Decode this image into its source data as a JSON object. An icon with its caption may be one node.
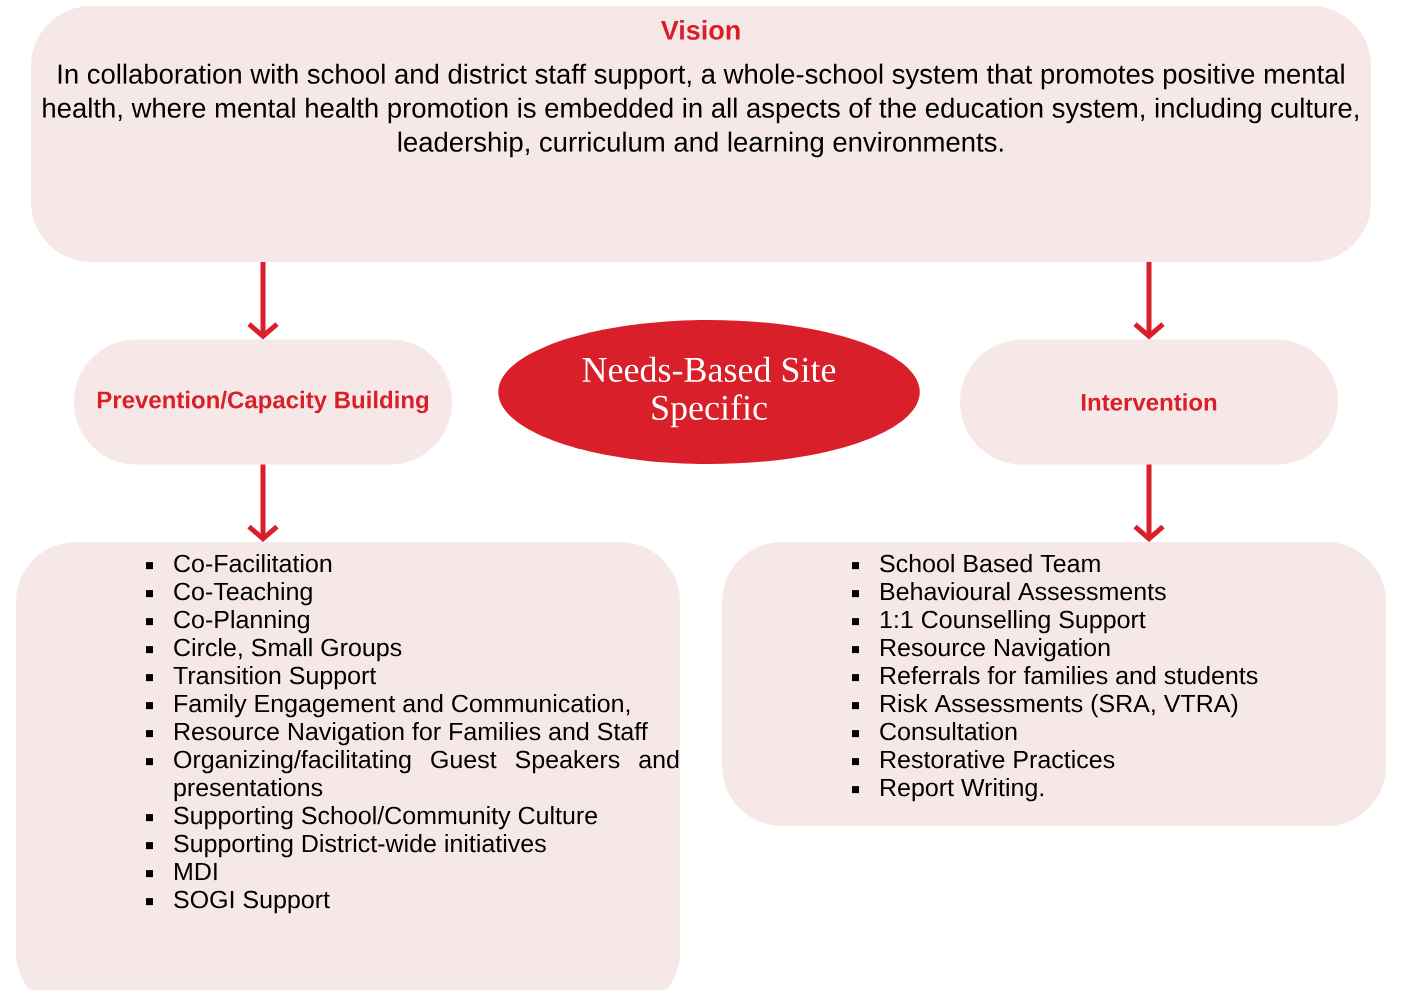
{
  "diagram": {
    "nodes": [
      {
        "text": [
          "Vision",
          "In collaboration with school and district staff support, a whole-school system that promotes positive mental health, where mental health promotion is embedded in all aspects of the education system, including culture, leadership, curriculum and learning environments."
        ]
      },
      {
        "text": [
          "Prevention/Capacity Building"
        ]
      },
      {
        "text": [
          "Needs-Based Site Specific"
        ]
      },
      {
        "text": [
          "Intervention"
        ]
      },
      {
        "text": [
          "Co-Facilitation",
          "Co-Teaching",
          "Co-Planning",
          "Circle, Small Groups",
          "Transition Support",
          "Family Engagement and Communication,",
          "Resource Navigation for Families and Staff",
          "Organizing/facilitating Guest Speakers and presentations",
          "Supporting School/Community Culture",
          "Supporting District-wide initiatives",
          "MDI",
          "SOGI Support"
        ]
      },
      {
        "text": [
          "School Based Team",
          "Behavioural Assessments",
          "1:1 Counselling Support",
          "Resource Navigation",
          "Referrals for families and students",
          "Risk Assessments (SRA, VTRA)",
          "Consultation",
          "Restorative Practices",
          "Report Writing."
        ]
      }
    ],
    "edges": [
      {
        "from": 0,
        "to": 1,
        "arrow": "to"
      },
      {
        "from": 0,
        "to": 3,
        "arrow": "to"
      },
      {
        "from": 1,
        "to": 4,
        "arrow": "to"
      },
      {
        "from": 3,
        "to": 5,
        "arrow": "to"
      }
    ]
  }
}
